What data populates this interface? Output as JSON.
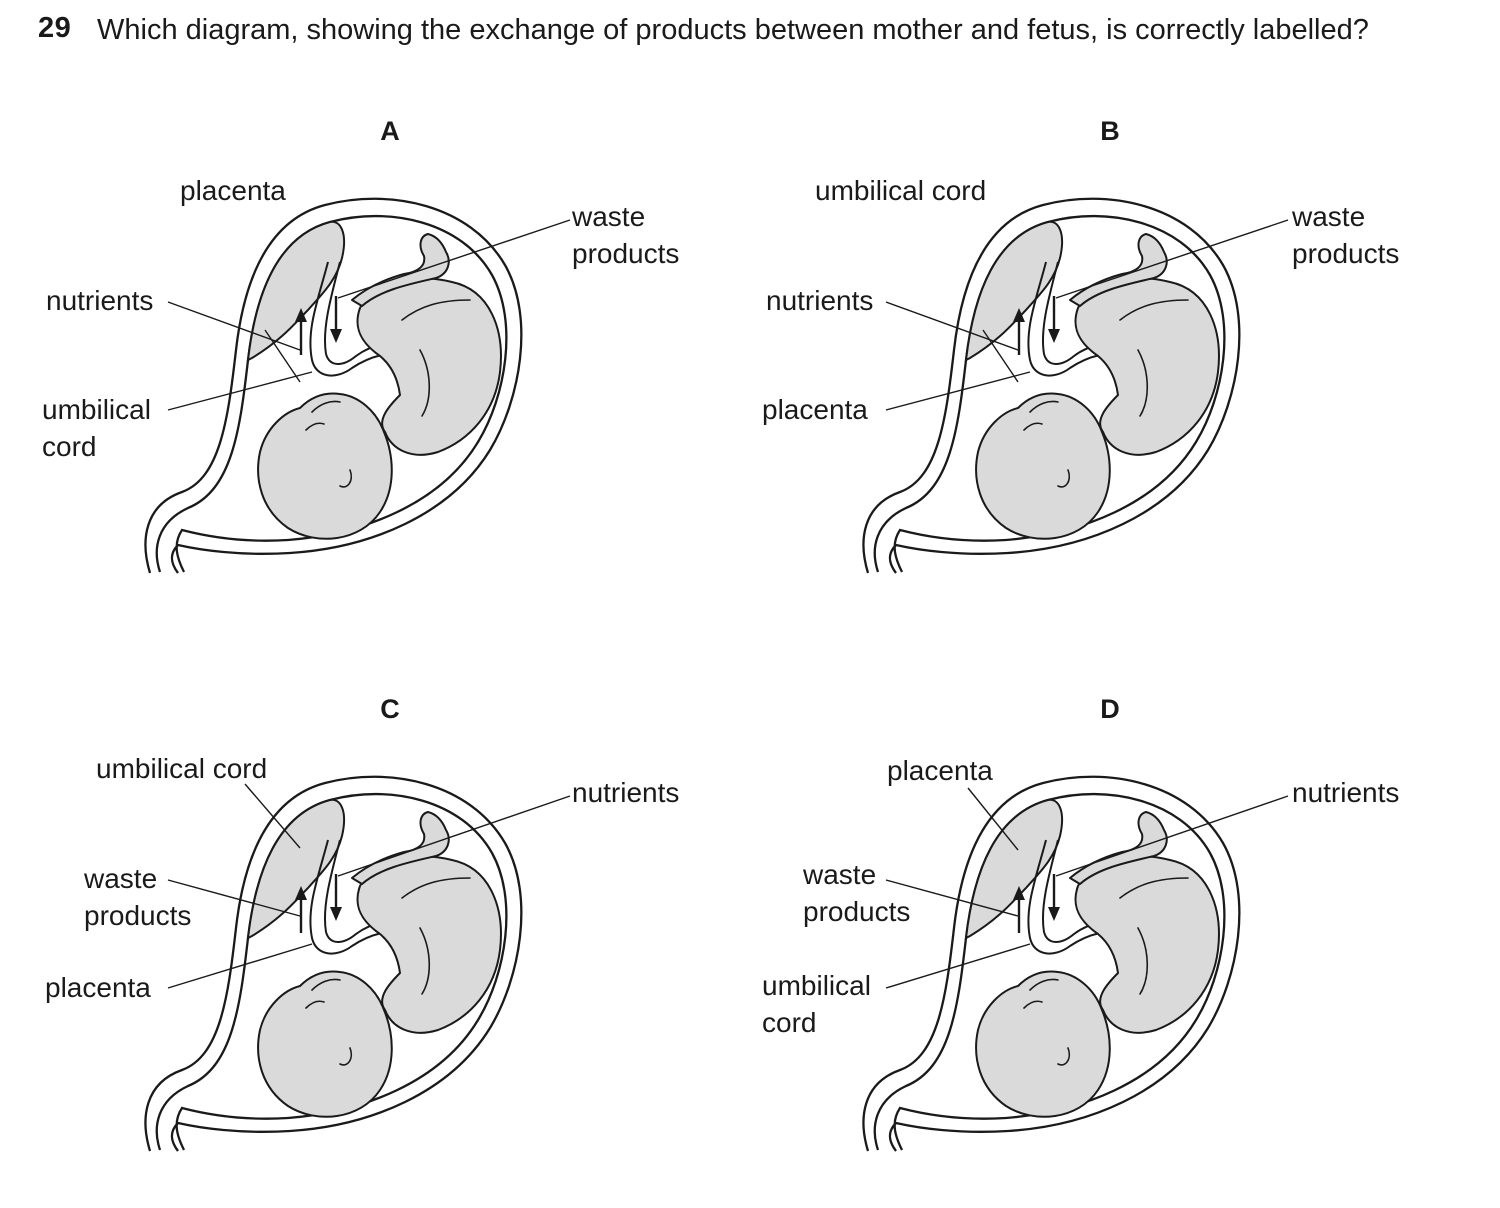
{
  "question": {
    "number": "29",
    "text": "Which diagram, showing the exchange of products between mother and fetus, is correctly labelled?"
  },
  "options": {
    "A": {
      "letter": "A",
      "top_label": "placenta",
      "right_label_1": "waste",
      "right_label_2": "products",
      "left_upper_1": "nutrients",
      "left_upper_2": "",
      "left_lower_1": "umbilical",
      "left_lower_2": "cord"
    },
    "B": {
      "letter": "B",
      "top_label": "umbilical cord",
      "right_label_1": "waste",
      "right_label_2": "products",
      "left_upper_1": "nutrients",
      "left_upper_2": "",
      "left_lower_1": "placenta",
      "left_lower_2": ""
    },
    "C": {
      "letter": "C",
      "top_label": "umbilical cord",
      "right_label_1": "nutrients",
      "right_label_2": "",
      "left_upper_1": "waste",
      "left_upper_2": "products",
      "left_lower_1": "placenta",
      "left_lower_2": ""
    },
    "D": {
      "letter": "D",
      "top_label": "placenta",
      "right_label_1": "nutrients",
      "right_label_2": "",
      "left_upper_1": "waste",
      "left_upper_2": "products",
      "left_lower_1": "umbilical",
      "left_lower_2": "cord"
    }
  }
}
